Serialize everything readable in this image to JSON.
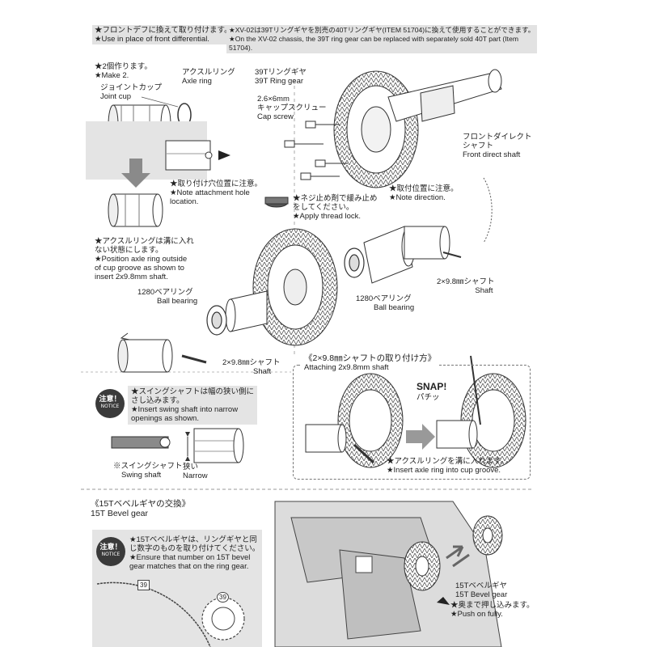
{
  "top_notes": {
    "front_diff_jp": "★フロントデフに換えて取り付けます。",
    "front_diff_en": "★Use in place of front differential.",
    "xv02_jp": "★XV-02は39Tリングギヤを別売の40Tリングギヤ(ITEM 51704)に換えて使用することができます。",
    "xv02_en_1": "★On the XV-02 chassis, the 39T ring gear can be replaced with separately sold 40T part (Item",
    "xv02_en_2": "51704)."
  },
  "left_column": {
    "make2_jp": "★2個作ります。",
    "make2_en": "★Make 2.",
    "axle_ring_jp": "アクスルリング",
    "axle_ring_en": "Axle ring",
    "joint_cup_jp": "ジョイントカップ",
    "joint_cup_en": "Joint cup",
    "attach_hole_jp": "★取り付け穴位置に注意。",
    "attach_hole_en_1": "★Note attachment hole",
    "attach_hole_en_2": "location.",
    "position_ring_jp_1": "★アクスルリングは溝に入れ",
    "position_ring_jp_2": "ない状態にします。",
    "position_ring_en_1": "★Position axle ring outside",
    "position_ring_en_2": "of cup groove as shown to",
    "position_ring_en_3": "insert 2x9.8mm shaft."
  },
  "right_column": {
    "ring_gear_jp": "39Tリングギヤ",
    "ring_gear_en": "39T Ring gear",
    "cap_screw_size": "2.6×6mm",
    "cap_screw_jp": "キャップスクリュー",
    "cap_screw_en": "Cap screw",
    "thread_lock_jp_1": "★ネジ止め剤で緩み止め",
    "thread_lock_jp_2": "をしてください。",
    "thread_lock_en": "★Apply thread lock.",
    "front_direct_jp_1": "フロントダイレクト",
    "front_direct_jp_2": "シャフト",
    "front_direct_en": "Front direct shaft",
    "note_direction_jp": "★取付位置に注意。",
    "note_direction_en": "★Note direction.",
    "shaft_top_jp": "2×9.8㎜シャフト",
    "shaft_top_en": "Shaft"
  },
  "middle": {
    "bearing_left_jp": "1280ベアリング",
    "bearing_left_en": "Ball bearing",
    "bearing_right_jp": "1280ベアリング",
    "bearing_right_en": "Ball bearing",
    "shaft_bottom_jp": "2×9.8㎜シャフト",
    "shaft_bottom_en": "Shaft"
  },
  "attaching_box": {
    "title_jp": "《2×9.8㎜シャフトの取り付け方》",
    "title_en": "Attaching 2x9.8mm shaft",
    "snap_en": "SNAP!",
    "snap_jp": "パチッ",
    "insert_ring_jp": "★アクスルリングを溝に入れます。",
    "insert_ring_en": "★Insert axle ring into cup groove."
  },
  "swing_notice": {
    "badge_jp": "注意！",
    "badge_en": "NOTICE",
    "text_jp_1": "★スイングシャフトは幅の狭い側に",
    "text_jp_2": "さし込みます。",
    "text_en_1": "★Insert swing shaft into narrow",
    "text_en_2": "openings as shown.",
    "swing_jp": "※スイングシャフト",
    "swing_en": "Swing shaft",
    "narrow_jp": "狭い",
    "narrow_en": "Narrow"
  },
  "bevel_section": {
    "title_jp": "《15Tベベルギヤの交換》",
    "title_en": "15T Bevel gear",
    "badge_jp": "注意！",
    "badge_en": "NOTICE",
    "notice_jp_1": "★15Tベベルギヤは、リングギヤと同",
    "notice_jp_2": "じ数字のものを取り付けてください。",
    "notice_en_1": "★Ensure that number on 15T bevel",
    "notice_en_2": "gear matches that on the ring gear.",
    "ring_number": "39",
    "bevel_number": "39",
    "bevel_gear_jp": "15Tベベルギヤ",
    "bevel_gear_en": "15T Bevel gear",
    "push_jp": "★奥まで押し込みます。",
    "push_en": "★Push on fully."
  }
}
